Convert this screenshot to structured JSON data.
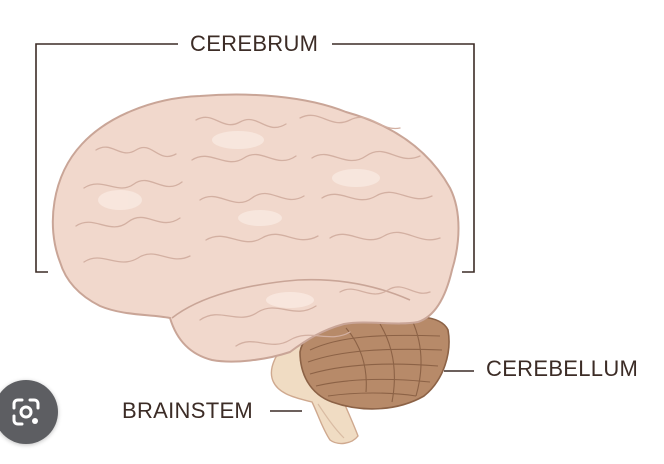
{
  "labels": {
    "cerebrum": "CEREBRUM",
    "cerebellum": "CEREBELLUM",
    "brainstem": "BRAINSTEM"
  },
  "colors": {
    "brain_fill": "#f1d8cc",
    "brain_light": "#f8e8df",
    "brain_outline": "#c9a597",
    "cerebellum_fill": "#b78a69",
    "cerebellum_line": "#8c6246",
    "brainstem_fill": "#f0dcc3",
    "leader_lines": "#3c2c26",
    "lens_button": "#5d5e62"
  },
  "icons": {
    "lens": "visual-search-icon"
  }
}
